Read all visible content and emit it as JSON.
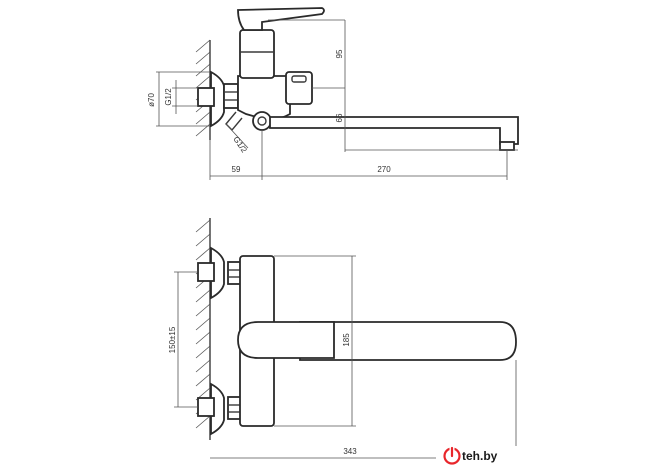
{
  "side_view": {
    "dims": {
      "height_upper": "95",
      "height_lower": "66",
      "diameter": "ø70",
      "thread_in": "G1/2",
      "thread_out": "G1/2",
      "depth": "59",
      "spout_reach": "270"
    }
  },
  "front_view": {
    "dims": {
      "centers": "150±15",
      "body_height": "185",
      "total_reach": "343"
    }
  },
  "watermark": {
    "text": "teh.by",
    "icon": "power-icon",
    "color": "#e8262b"
  }
}
